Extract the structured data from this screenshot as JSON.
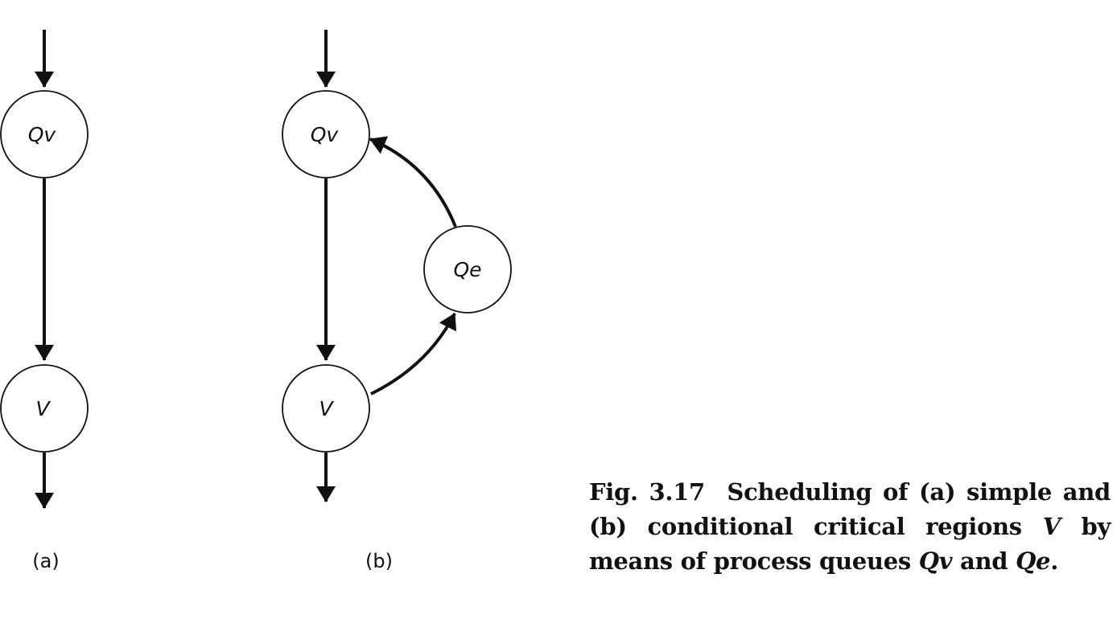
{
  "diagram_a": {
    "label": "(a)",
    "nodes": {
      "qv": "Qv",
      "v": "V"
    }
  },
  "diagram_b": {
    "label": "(b)",
    "nodes": {
      "qv": "Qv",
      "qe": "Qe",
      "v": "V"
    }
  },
  "caption": {
    "prefix": "Fig. 3.17",
    "text_1": "Scheduling of (a) simple and (b) conditional critical regions",
    "region_var": "V",
    "text_2": "by means of process queues",
    "queue_1": "Qv",
    "text_3": "and",
    "queue_2": "Qe",
    "end": "."
  }
}
